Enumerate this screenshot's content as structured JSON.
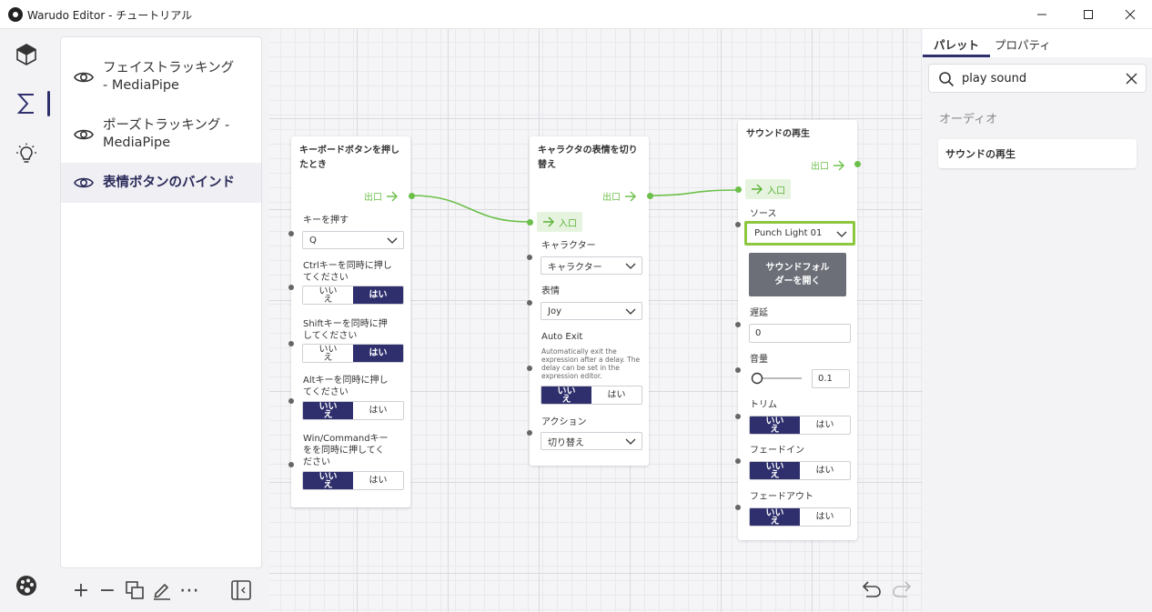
{
  "window": {
    "title": "Warudo Editor - チュートリアル",
    "minimize": "—",
    "maximize": "☐",
    "close": "✕"
  },
  "rail": {
    "items": [
      "cube-icon",
      "sigma-icon",
      "lightbulb-icon",
      "palette-icon"
    ],
    "active": "sigma-icon"
  },
  "blueprint_list": {
    "items": [
      {
        "label_l1": "フェイストラッキング",
        "label_l2": "- MediaPipe"
      },
      {
        "label_l1": "ポーズトラッキング -",
        "label_l2": "MediaPipe"
      },
      {
        "label_l1": "表情ボタンのバインド",
        "label_l2": ""
      }
    ],
    "selected_index": 2
  },
  "bottom_tools": {
    "add": "+",
    "remove": "−",
    "more": "⋯"
  },
  "nodes": {
    "keyboard": {
      "title_l1": "キーボードボタンを押し",
      "title_l2": "たとき",
      "flow_out": "出口",
      "key_label": "キーを押す",
      "key_value": "Q",
      "ctrl_l1": "Ctrlキーを同時に押し",
      "ctrl_l2": "てください",
      "shift_l1": "Shiftキーを同時に押",
      "shift_l2": "してください",
      "alt_l1": "Altキーを同時に押し",
      "alt_l2": "てください",
      "win_l1": "Win/Commandキー",
      "win_l2": "をを同時に押してく",
      "win_l3": "ださい",
      "no_l1": "いい",
      "no_l2": "え",
      "yes": "はい"
    },
    "expression": {
      "title_l1": "キャラクタの表情を切り",
      "title_l2": "替え",
      "flow_out": "出口",
      "flow_in": "入口",
      "character_label": "キャラクター",
      "character_value": "キャラクター",
      "expression_label": "表情",
      "expression_value": "Joy",
      "auto_exit_label": "Auto Exit",
      "auto_exit_desc_l1": "Automatically exit the",
      "auto_exit_desc_l2": "expression after a delay. The",
      "auto_exit_desc_l3": "delay can be set in the",
      "auto_exit_desc_l4": "expression editor.",
      "no_l1": "いい",
      "no_l2": "え",
      "yes": "はい",
      "action_label": "アクション",
      "action_value": "切り替え"
    },
    "sound": {
      "title": "サウンドの再生",
      "flow_out": "出口",
      "flow_in": "入口",
      "source_label": "ソース",
      "source_value": "Punch Light 01",
      "open_folder_l1": "サウンドフォル",
      "open_folder_l2": "ダーを開く",
      "delay_label": "遅延",
      "delay_value": "0",
      "volume_label": "音量",
      "volume_value": "0.1",
      "volume_fraction": 0.1,
      "trim_label": "トリム",
      "fadein_label": "フェードイン",
      "fadeout_label": "フェードアウト",
      "no_l1": "いい",
      "no_l2": "え",
      "yes": "はい"
    }
  },
  "right_panel": {
    "tabs": [
      "パレット",
      "プロパティ"
    ],
    "active_tab": 0,
    "search_value": "play sound",
    "category": "オーディオ",
    "results": [
      "サウンドの再生"
    ]
  },
  "colors": {
    "accent": "#2f2f6e",
    "flow": "#6cc04a",
    "highlight": "#8dc63f"
  }
}
